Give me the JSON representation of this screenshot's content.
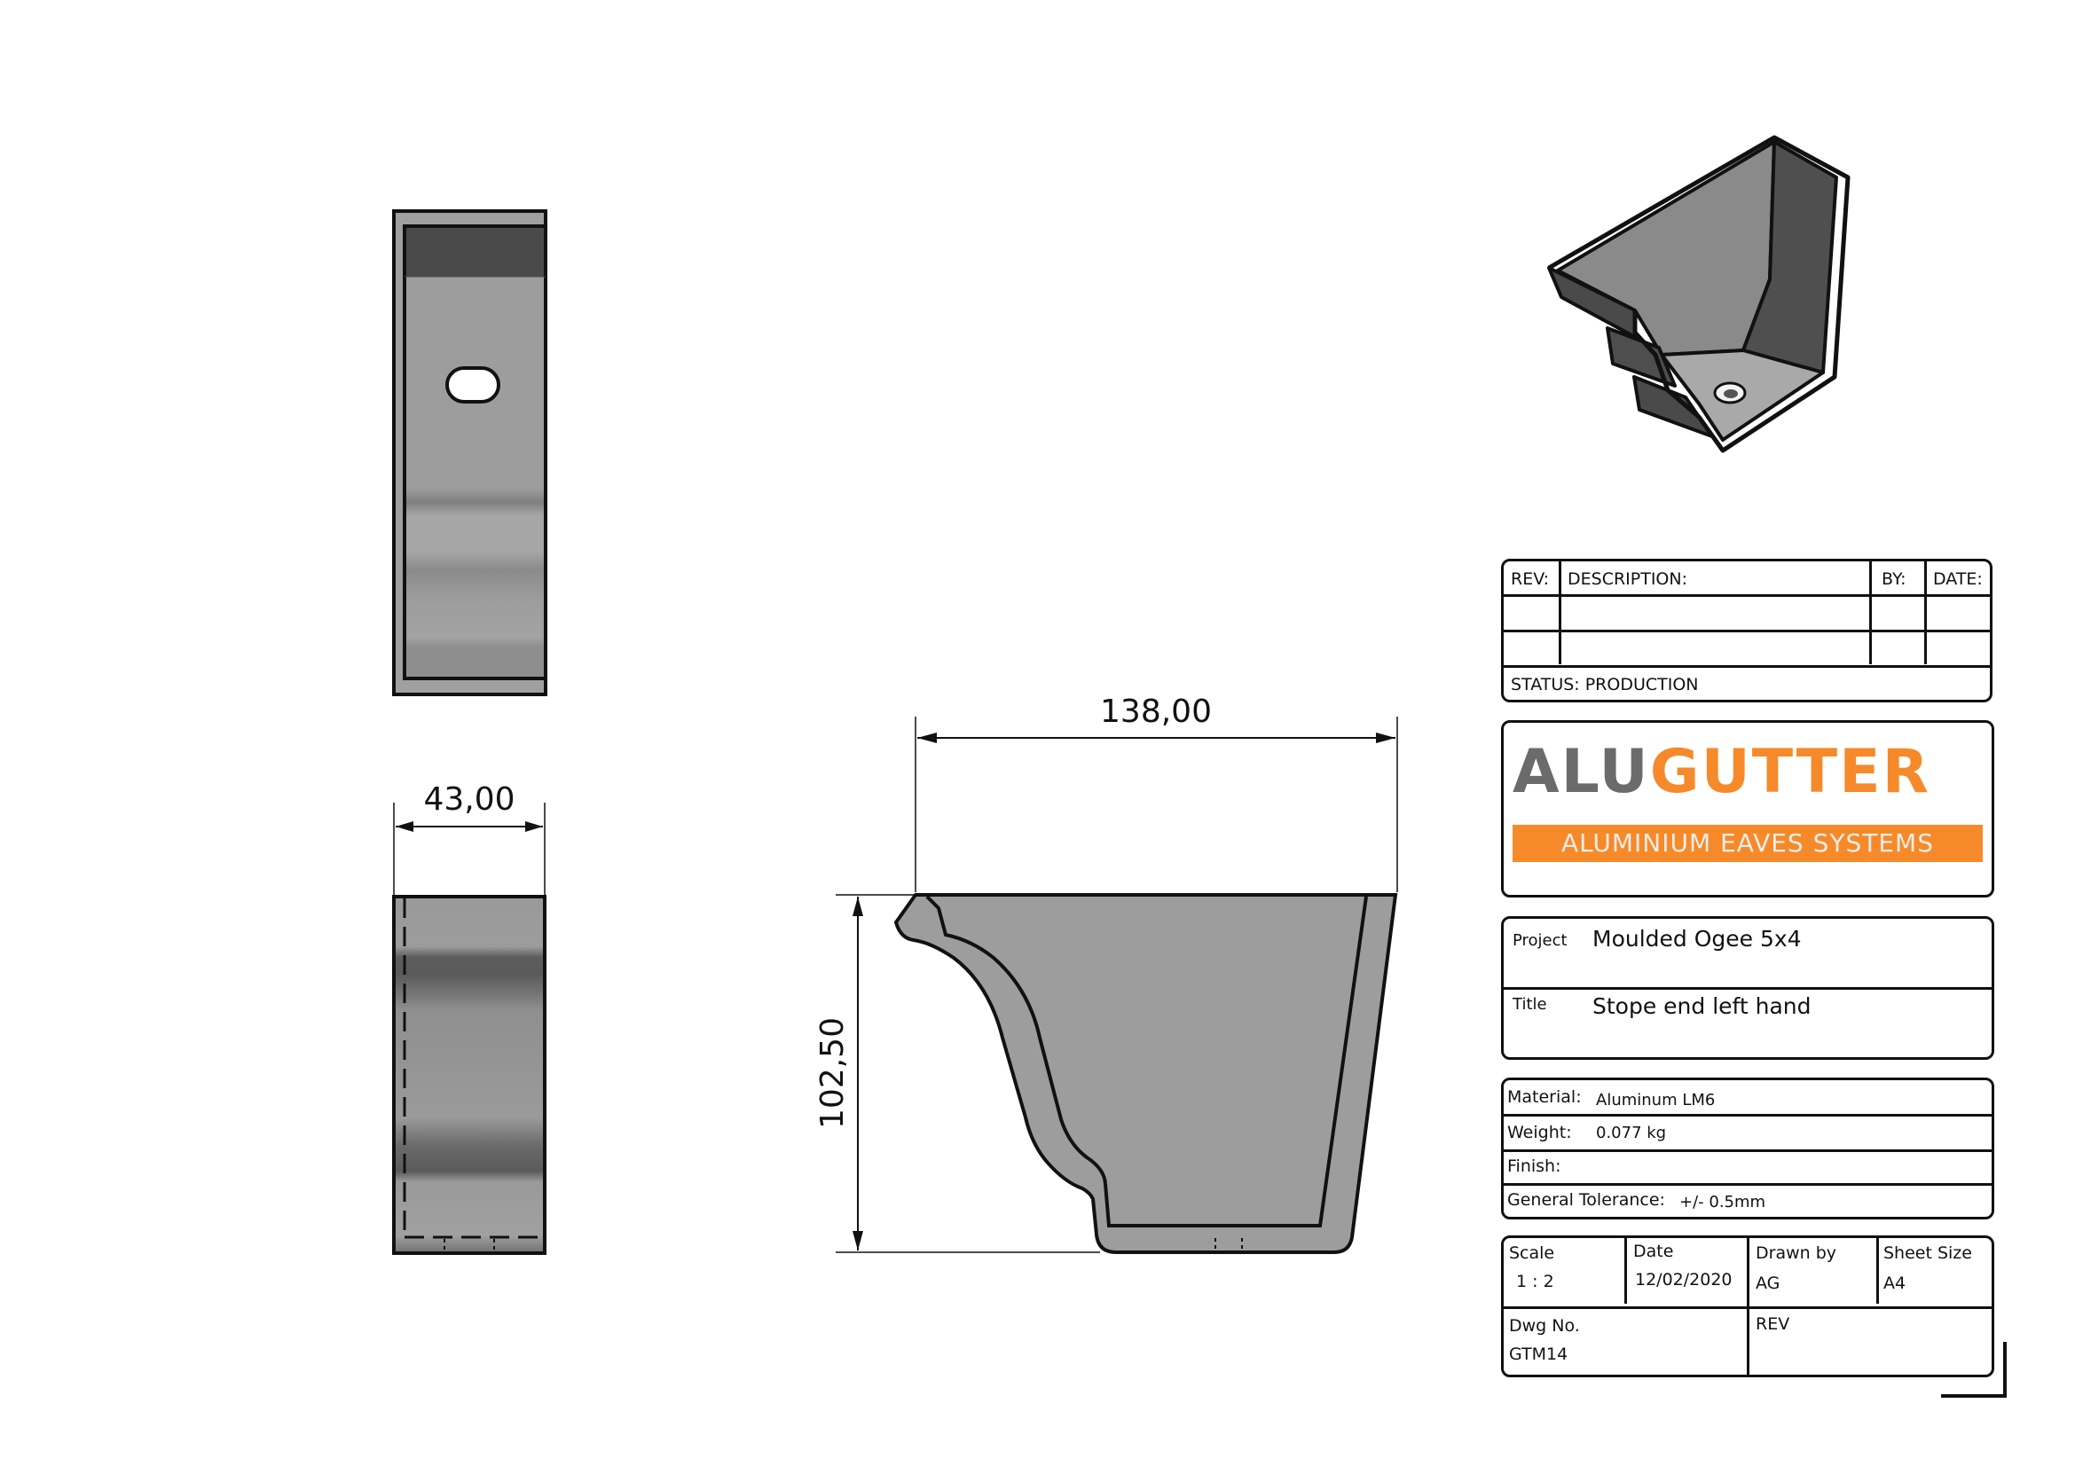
{
  "drawing": {
    "views": {
      "top_view": {
        "label": "top-view"
      },
      "side_view": {
        "dimension_width": "43,00"
      },
      "front_view": {
        "dimension_width": "138,00",
        "dimension_height": "102,50"
      },
      "iso_view": {
        "label": "isometric-view"
      }
    }
  },
  "revision_table": {
    "headers": [
      "REV:",
      "DESCRIPTION:",
      "BY:",
      "DATE:"
    ],
    "rows": [
      [
        "",
        "",
        "",
        ""
      ],
      [
        "",
        "",
        "",
        ""
      ]
    ],
    "status": "STATUS: PRODUCTION"
  },
  "logo": {
    "alu": "ALU",
    "gutter": "GUTTER",
    "tagline": "ALUMINIUM EAVES SYSTEMS",
    "colors": {
      "gray": "#6b6b6b",
      "orange": "#f68a2a"
    }
  },
  "project_block": {
    "project_label": "Project",
    "project_value": "Moulded Ogee 5x4",
    "title_label": "Title",
    "title_value": "Stope end left hand"
  },
  "material_block": {
    "material_label": "Material:",
    "material_value": "Aluminum LM6",
    "weight_label": "Weight:",
    "weight_value": "0.077 kg",
    "finish_label": "Finish:",
    "finish_value": "",
    "tolerance_label": "General Tolerance:",
    "tolerance_value": "+/- 0.5mm"
  },
  "info_block": {
    "scale_label": "Scale",
    "scale_value": "1 : 2",
    "date_label": "Date",
    "date_value": "12/02/2020",
    "drawn_label": "Drawn by",
    "drawn_value": "AG",
    "sheet_label": "Sheet Size",
    "sheet_value": "A4",
    "dwg_label": "Dwg No.",
    "dwg_value": "GTM14",
    "rev_label": "REV",
    "rev_value": ""
  }
}
